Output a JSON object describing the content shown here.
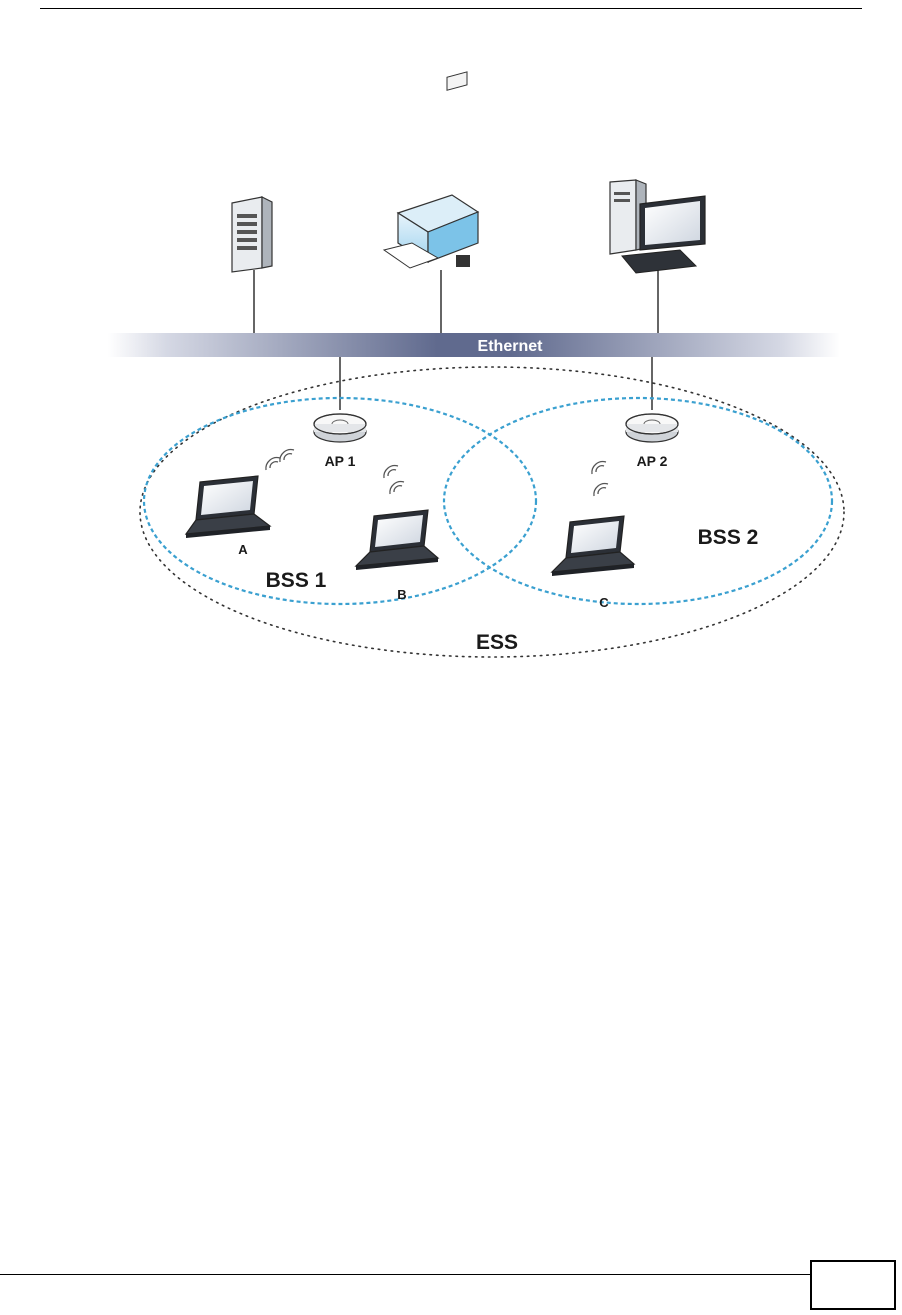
{
  "page": {
    "number": ""
  },
  "diagram": {
    "network_label": "Ethernet",
    "access_points": [
      {
        "label": "AP 1"
      },
      {
        "label": "AP 2"
      }
    ],
    "clients": [
      {
        "label": "A"
      },
      {
        "label": "B"
      },
      {
        "label": "C"
      }
    ],
    "bss": [
      {
        "label": "BSS 1"
      },
      {
        "label": "BSS 2"
      }
    ],
    "ess_label": "ESS",
    "wired_devices": [
      "server-icon",
      "printer-icon",
      "desktop-computer-icon"
    ],
    "colors": {
      "bss_outline": "#3aa0d0",
      "ethernet_bar": "#6c7596",
      "ess_outline": "#333333"
    }
  }
}
